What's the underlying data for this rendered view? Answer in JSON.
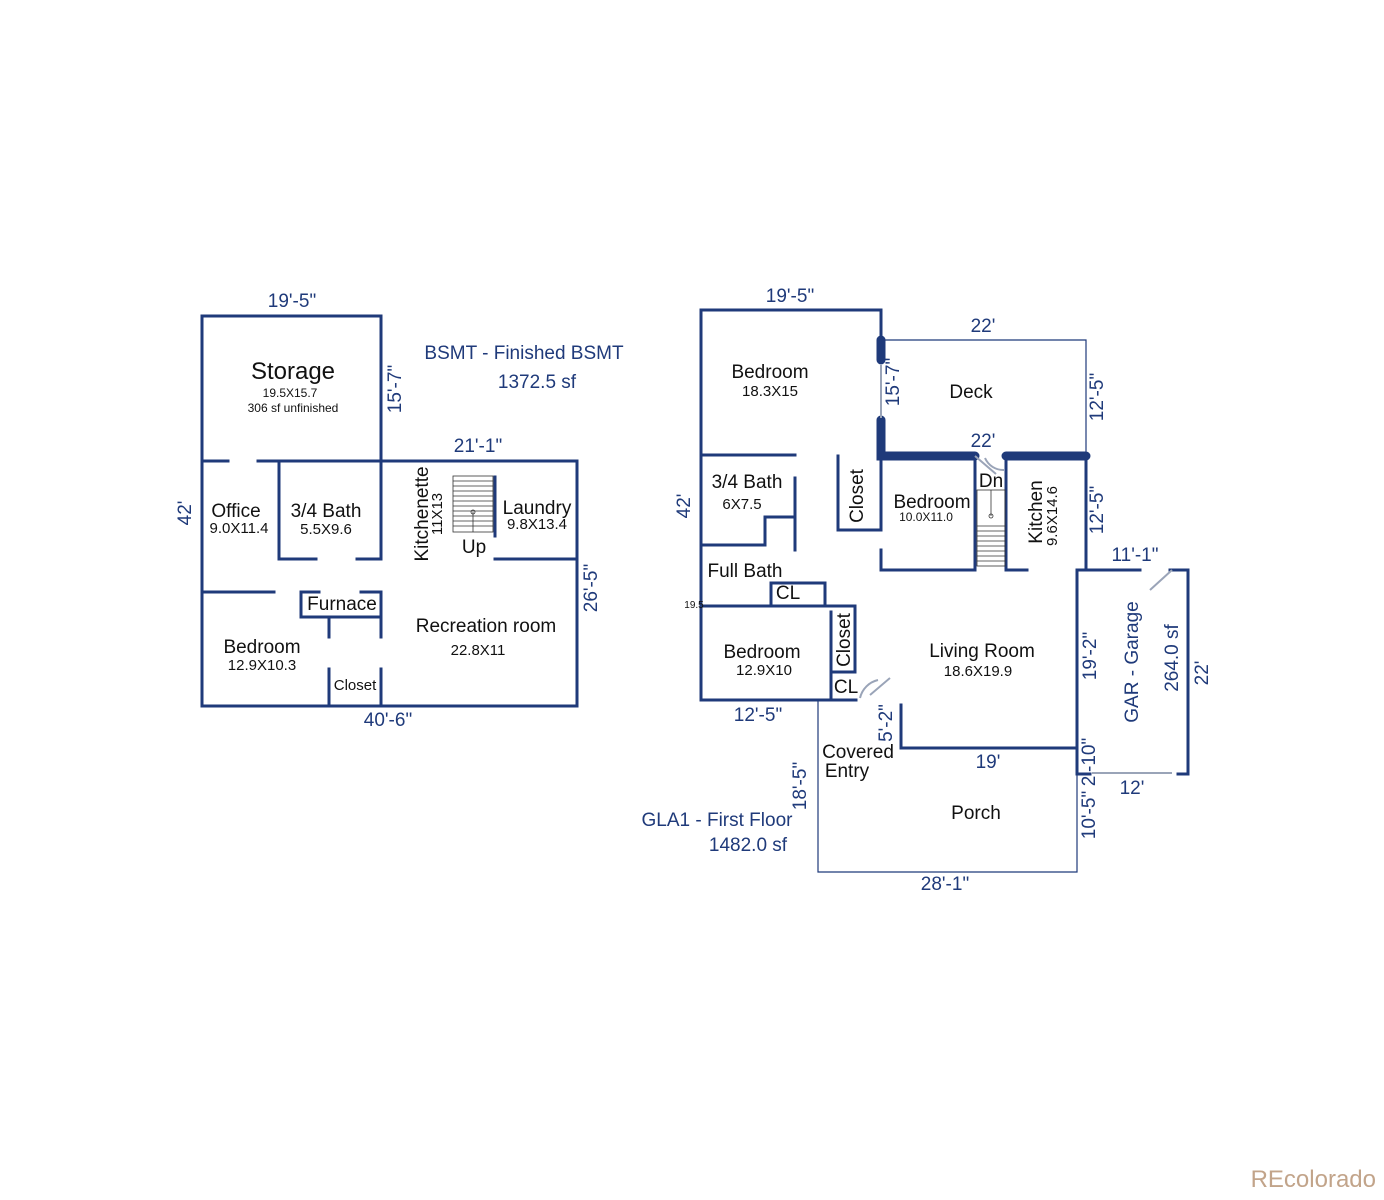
{
  "basement": {
    "title": "BSMT - Finished BSMT",
    "area": "1372.5 sf",
    "storage": {
      "name": "Storage",
      "size": "19.5X15.7",
      "note": "306 sf unfinished"
    },
    "office": {
      "name": "Office",
      "size": "9.0X11.4"
    },
    "bath": {
      "name": "3/4 Bath",
      "size": "5.5X9.6"
    },
    "kitchenette": {
      "name": "Kitchenette",
      "size": "11X13"
    },
    "stair_label": "Up",
    "laundry": {
      "name": "Laundry",
      "size": "9.8X13.4"
    },
    "furnace": "Furnace",
    "bedroom": {
      "name": "Bedroom",
      "size": "12.9X10.3"
    },
    "closet": "Closet",
    "rec": {
      "name": "Recreation room",
      "size": "22.8X11"
    },
    "dims": {
      "top": "19'-5\"",
      "storage_h": "15'-7\"",
      "mid": "21'-1\"",
      "left": "42'",
      "right": "26'-5\"",
      "bottom": "40'-6\""
    }
  },
  "first_floor": {
    "title": "GLA1 - First Floor",
    "area": "1482.0 sf",
    "bedroom1": {
      "name": "Bedroom",
      "size": "18.3X15"
    },
    "deck": "Deck",
    "bath34": {
      "name": "3/4 Bath",
      "size": "6X7.5"
    },
    "closet1": "Closet",
    "bedroom2": {
      "name": "Bedroom",
      "size": "10.0X11.0"
    },
    "stair_label": "Dn",
    "kitchen": {
      "name": "Kitchen",
      "size": "9.6X14.6"
    },
    "full_bath": "Full Bath",
    "cl1": "CL",
    "small_dim": "19.5",
    "bedroom3": {
      "name": "Bedroom",
      "size": "12.9X10"
    },
    "closet2": "Closet",
    "cl2": "CL",
    "living": {
      "name": "Living Room",
      "size": "18.6X19.9"
    },
    "covered_entry": [
      "Covered",
      "Entry"
    ],
    "porch": "Porch",
    "dims": {
      "top": "19'-5\"",
      "bed_h": "15'-7\"",
      "deck_top": "22'",
      "deck_r": "12'-5\"",
      "deck_bottom": "22'",
      "kitchen_r": "12'-5\"",
      "left": "42'",
      "bed_bottom": "12'-5\"",
      "entry_h": "5'-2\"",
      "porch_left": "18'-5\"",
      "porch_top": "19'",
      "porch_r1": "2'-10\"",
      "porch_r2": "10'-5\"",
      "porch_bottom": "28'-1\"",
      "living_r": "19'-2\""
    }
  },
  "garage": {
    "title": "GAR - Garage",
    "area": "264.0 sf",
    "dims": {
      "top": "11'-1\"",
      "right": "22'",
      "bottom": "12'"
    }
  },
  "watermark": "REcolorado"
}
